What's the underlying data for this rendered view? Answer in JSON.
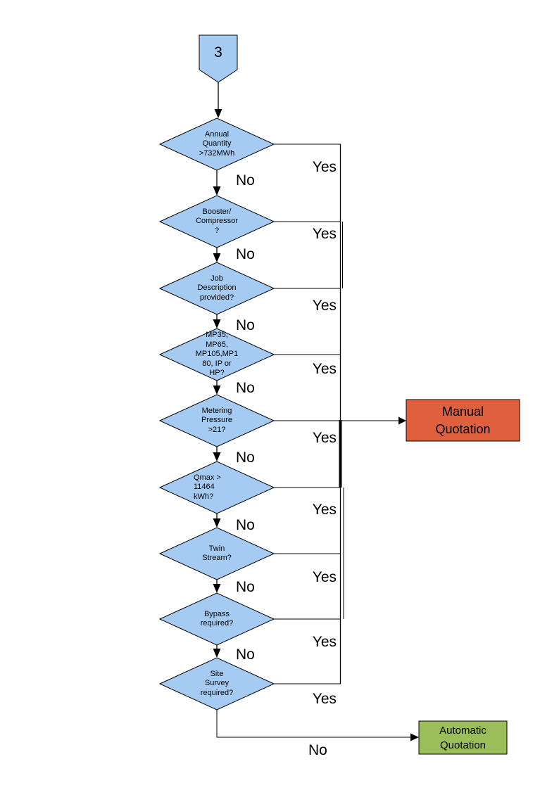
{
  "colors": {
    "decision_fill": "#A6CBF3",
    "outcome_manual_fill": "#E0603E",
    "outcome_automatic_fill": "#9BBE5B",
    "line": "#000000"
  },
  "start_connector": {
    "label": "3"
  },
  "branch_labels": {
    "yes": "Yes",
    "no": "No"
  },
  "decisions": [
    {
      "label": "Annual\nQuantity\n>732MWh"
    },
    {
      "label": "Booster/\nCompressor\n?"
    },
    {
      "label": "Job\nDescription\nprovided?"
    },
    {
      "label": "MP35,\nMP65,\nMP105,MP1\n80, IP or\nHP?"
    },
    {
      "label": "Metering\nPressure\n>21?"
    },
    {
      "label": "Qmax >\n11464\nkWh?"
    },
    {
      "label": "Twin\nStream?"
    },
    {
      "label": "Bypass\nrequired?"
    },
    {
      "label": "Site\nSurvey\nrequired?"
    }
  ],
  "outcomes": {
    "manual": {
      "label": "Manual\nQuotation"
    },
    "automatic": {
      "label": "Automatic\nQuotation"
    }
  }
}
